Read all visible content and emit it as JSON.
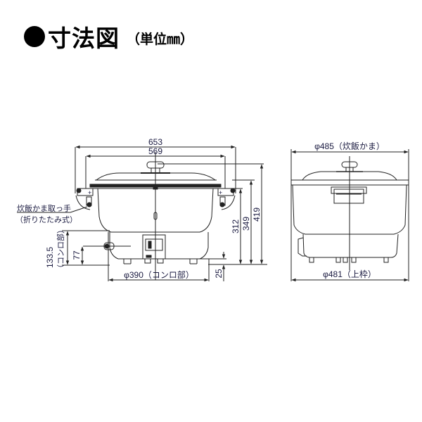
{
  "title": {
    "bullet_icon": "filled-circle",
    "main": "寸法図",
    "unit": "（単位㎜）"
  },
  "front_view": {
    "width_overall": "653",
    "width_body": "569",
    "diameter_stove": "φ390（コンロ部）",
    "height_total": "419",
    "height_lid_rim": "349",
    "height_body": "312",
    "leg_height": "25",
    "stove_height": "133.5",
    "stove_height_label": "（コンロ部）",
    "knob_height": "77",
    "handle_callout_line1": "炊飯かま取っ手",
    "handle_callout_line2": "（折りたたみ式）"
  },
  "side_view": {
    "diameter_pot": "φ485（炊飯かま）",
    "diameter_top_frame": "φ481（上枠）"
  },
  "colors": {
    "line": "#222222",
    "text": "#1a1a40",
    "background": "#ffffff"
  }
}
